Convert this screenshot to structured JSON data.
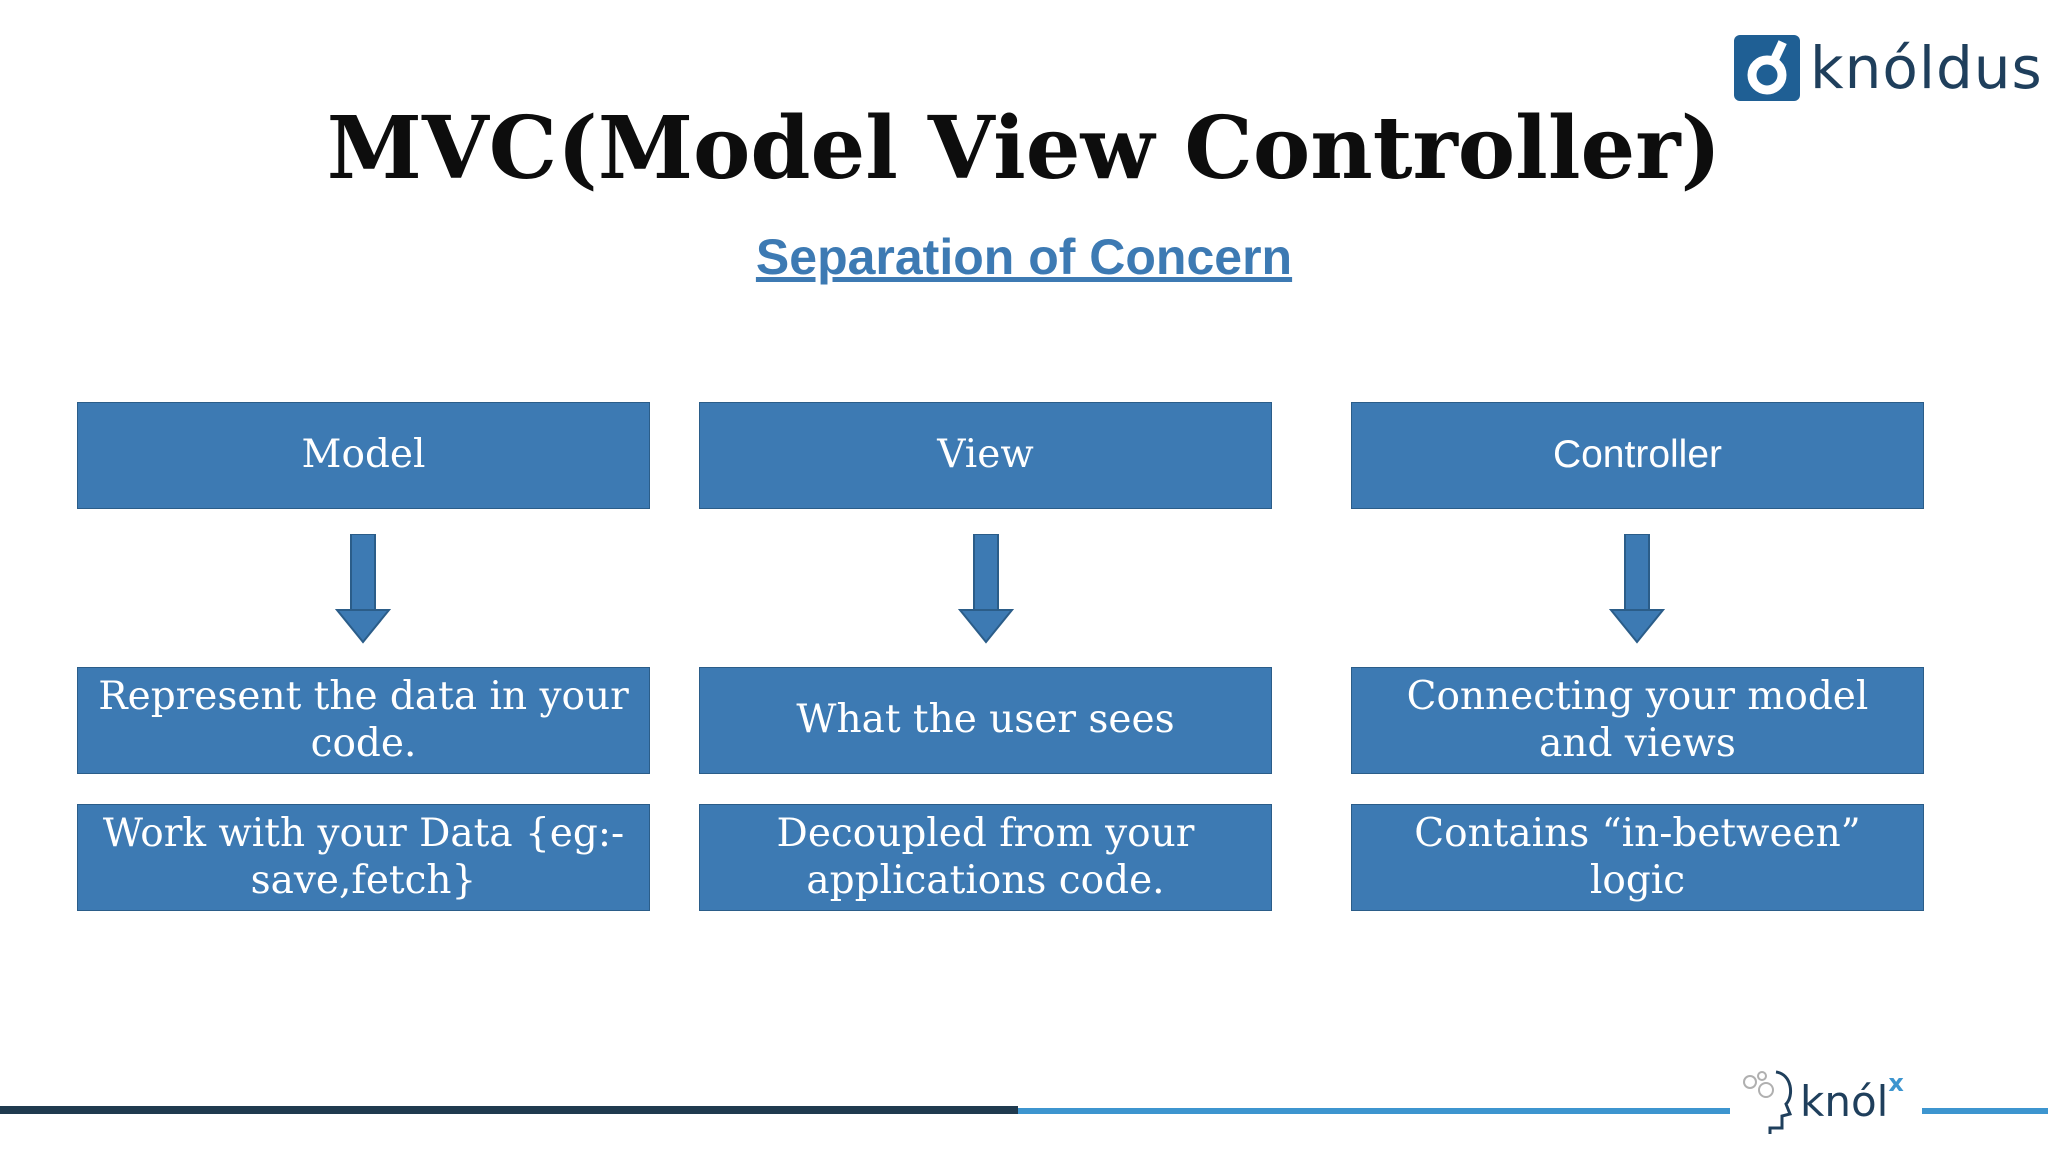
{
  "header": {
    "title": "MVC(Model View Controller)",
    "subtitle": "Separation of Concern",
    "logo_text": "knóldus"
  },
  "columns": [
    {
      "heading": "Model",
      "items": [
        "Represent the data in your code.",
        "Work with your Data {eg:-save,fetch}"
      ]
    },
    {
      "heading": "View",
      "items": [
        "What the user sees",
        "Decoupled from your applications code."
      ]
    },
    {
      "heading": "Controller",
      "items": [
        "Connecting your model and views",
        "Contains “in-between” logic"
      ]
    }
  ],
  "footer": {
    "brand": "knól",
    "brand_sup": "x"
  },
  "colors": {
    "box": "#3d7ab3",
    "title": "#0d0d0d",
    "subtitle": "#3d7ab3",
    "bar_dark": "#1f3a4f",
    "bar_light": "#3d95cf"
  }
}
